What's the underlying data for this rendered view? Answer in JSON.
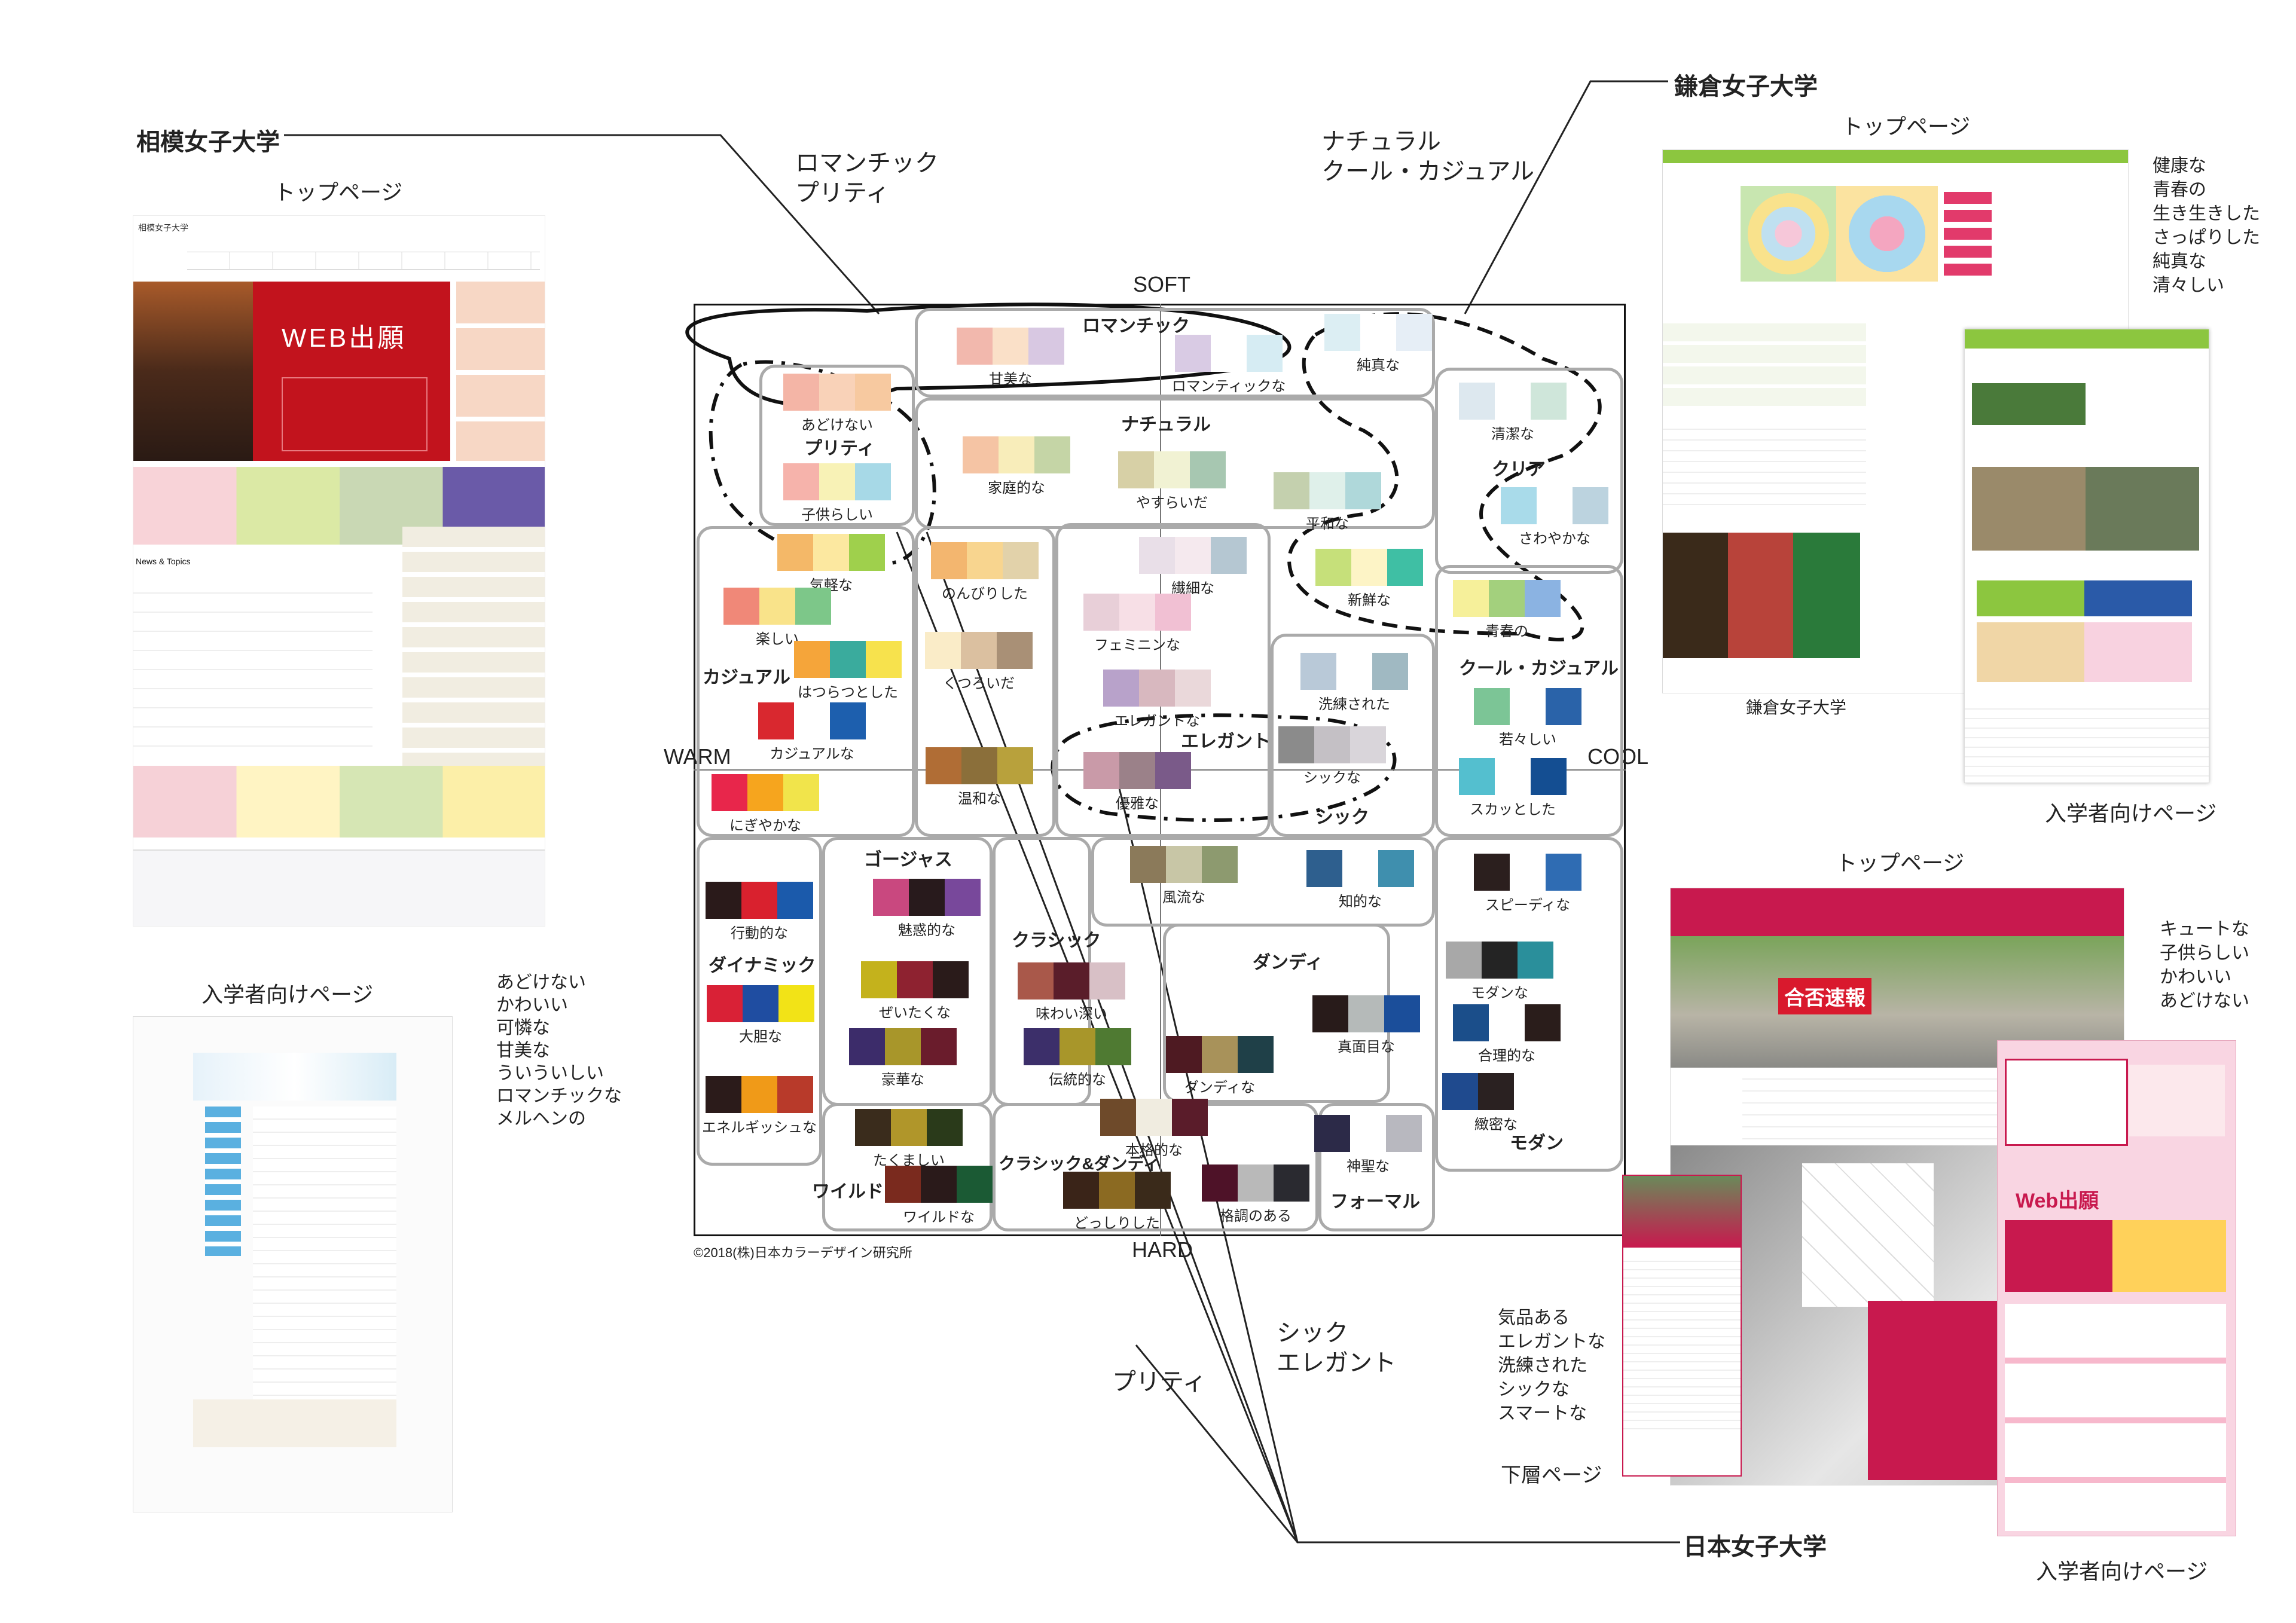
{
  "axes": {
    "top": "SOFT",
    "bottom": "HARD",
    "left": "WARM",
    "right": "COOL"
  },
  "copyright": "©2018(株)日本カラーデザイン研究所",
  "categories": [
    {
      "name": "ロマンチック"
    },
    {
      "name": "プリティ"
    },
    {
      "name": "ナチュラル"
    },
    {
      "name": "クリア"
    },
    {
      "name": "カジュアル"
    },
    {
      "name": "エレガント"
    },
    {
      "name": "クール・カジュアル"
    },
    {
      "name": "シック"
    },
    {
      "name": "ゴージャス"
    },
    {
      "name": "クラシック"
    },
    {
      "name": "ダンディ"
    },
    {
      "name": "ダイナミック"
    },
    {
      "name": "モダン"
    },
    {
      "name": "ワイルド"
    },
    {
      "name": "クラシック&ダンディ"
    },
    {
      "name": "フォーマル"
    }
  ],
  "swatches": [
    {
      "word": "甘美な",
      "colors": [
        "#f2b8ad",
        "#fae0c8",
        "#d8c8e2"
      ]
    },
    {
      "word": "ロマンティックな",
      "colors": [
        "#d9cbe4",
        "#ffffff",
        "#d6ecf3"
      ]
    },
    {
      "word": "純真な",
      "colors": [
        "#dceef3",
        "#ffffff",
        "#e6eef6"
      ]
    },
    {
      "word": "あどけない",
      "colors": [
        "#f4b5a6",
        "#f9d2b8",
        "#f7c9a0"
      ]
    },
    {
      "word": "子供らしい",
      "colors": [
        "#f6b3ab",
        "#f8f2b6",
        "#a7d9e7"
      ]
    },
    {
      "word": "家庭的な",
      "colors": [
        "#f5c4a4",
        "#f8edba",
        "#c5d5a6"
      ]
    },
    {
      "word": "やすらいだ",
      "colors": [
        "#d7d0a6",
        "#f1f2d3",
        "#a7c7b1"
      ]
    },
    {
      "word": "清潔な",
      "colors": [
        "#dde8ef",
        "#ffffff",
        "#cfe6da"
      ]
    },
    {
      "word": "平和な",
      "colors": [
        "#c4d0ae",
        "#dff0ea",
        "#afd8da"
      ]
    },
    {
      "word": "さわやかな",
      "colors": [
        "#a9dbea",
        "#ffffff",
        "#bcd3df"
      ]
    },
    {
      "word": "気軽な",
      "colors": [
        "#f4b868",
        "#fce8a0",
        "#9fd04c"
      ]
    },
    {
      "word": "のんびりした",
      "colors": [
        "#f3b66f",
        "#f8d58f",
        "#e2d2aa"
      ]
    },
    {
      "word": "繊細な",
      "colors": [
        "#e9dfe8",
        "#f5e9ee",
        "#b5c7d2"
      ]
    },
    {
      "word": "新鮮な",
      "colors": [
        "#c6e07a",
        "#fdf4c6",
        "#3fbfa4"
      ]
    },
    {
      "word": "楽しい",
      "colors": [
        "#f08878",
        "#f9e38a",
        "#7dc789"
      ]
    },
    {
      "word": "フェミニンな",
      "colors": [
        "#e8cfd8",
        "#f7dfe6",
        "#f1c0d3"
      ]
    },
    {
      "word": "青春の",
      "colors": [
        "#f6f09a",
        "#a3d07d",
        "#8bb3e2"
      ]
    },
    {
      "word": "はつらつとした",
      "colors": [
        "#f5a53a",
        "#3aab9d",
        "#f7e24d"
      ]
    },
    {
      "word": "くつろいだ",
      "colors": [
        "#faecc8",
        "#dbc0a0",
        "#a99076"
      ]
    },
    {
      "word": "洗練された",
      "colors": [
        "#b9c9d8",
        "#ffffff",
        "#a0b9c2"
      ]
    },
    {
      "word": "エレガントな",
      "colors": [
        "#b8a2ca",
        "#d8b8bf",
        "#ead8da"
      ]
    },
    {
      "word": "若々しい",
      "colors": [
        "#7cc596",
        "#ffffff",
        "#2a63a9"
      ]
    },
    {
      "word": "カジュアルな",
      "colors": [
        "#d9282f",
        "#ffffff",
        "#1d5fae"
      ]
    },
    {
      "word": "シックな",
      "colors": [
        "#8b8b8b",
        "#c4c0c5",
        "#d9d5da"
      ]
    },
    {
      "word": "温和な",
      "colors": [
        "#b06d35",
        "#8b6f3a",
        "#b8a13c"
      ]
    },
    {
      "word": "優雅な",
      "colors": [
        "#c99aa8",
        "#9b8189",
        "#7a5a89"
      ]
    },
    {
      "word": "スカッとした",
      "colors": [
        "#54bfcf",
        "#ffffff",
        "#144e92"
      ]
    },
    {
      "word": "にぎやかな",
      "colors": [
        "#e8264b",
        "#f6a51e",
        "#f1e44b"
      ]
    },
    {
      "word": "風流な",
      "colors": [
        "#8b7a5a",
        "#c8c6a6",
        "#8d9a6f"
      ]
    },
    {
      "word": "知的な",
      "colors": [
        "#2e5f8e",
        "#ffffff",
        "#3f8fae"
      ]
    },
    {
      "word": "スピーディな",
      "colors": [
        "#2b1f1e",
        "#ffffff",
        "#2f6cb3"
      ]
    },
    {
      "word": "行動的な",
      "colors": [
        "#2a1a1a",
        "#d9212e",
        "#1b5aab"
      ]
    },
    {
      "word": "魅惑的な",
      "colors": [
        "#c9487f",
        "#281a1c",
        "#78489b"
      ]
    },
    {
      "word": "ぜいたくな",
      "colors": [
        "#c4b21c",
        "#8e2230",
        "#2a1b1a"
      ]
    },
    {
      "word": "味わい深い",
      "colors": [
        "#a9584a",
        "#5a1d2a",
        "#d8c0c6"
      ]
    },
    {
      "word": "真面目な",
      "colors": [
        "#281b1a",
        "#b5bab9",
        "#1b4e9a"
      ]
    },
    {
      "word": "モダンな",
      "colors": [
        "#a8a8a8",
        "#242424",
        "#2a8f9b"
      ]
    },
    {
      "word": "大胆な",
      "colors": [
        "#d92136",
        "#1f4da1",
        "#f2e317"
      ]
    },
    {
      "word": "合理的な",
      "colors": [
        "#1b4e8a",
        "#ffffff",
        "#2a1d1b"
      ]
    },
    {
      "word": "豪華な",
      "colors": [
        "#3c2c6a",
        "#a8962a",
        "#6a1c2c"
      ]
    },
    {
      "word": "伝統的な",
      "colors": [
        "#3c2f6a",
        "#a8962a",
        "#4f7a32"
      ]
    },
    {
      "word": "ダンディな",
      "colors": [
        "#4e1a22",
        "#a8925a",
        "#1f4048"
      ]
    },
    {
      "word": "エネルギッシュな",
      "colors": [
        "#2b1b1a",
        "#f09a18",
        "#b83a2a"
      ]
    },
    {
      "word": "本格的な",
      "colors": [
        "#6e4a2a",
        "#f0ece0",
        "#5a1c2a"
      ]
    },
    {
      "word": "緻密な",
      "colors": [
        "#1f4a8e",
        "#2a2121",
        "#ffffff"
      ]
    },
    {
      "word": "たくましい",
      "colors": [
        "#3a2c1c",
        "#b0962a",
        "#2a3a1a"
      ]
    },
    {
      "word": "神聖な",
      "colors": [
        "#2c2a48",
        "#ffffff",
        "#b8b8bf"
      ]
    },
    {
      "word": "ワイルドな",
      "colors": [
        "#7a2a1e",
        "#2a1a1a",
        "#1b5a34"
      ]
    },
    {
      "word": "どっしりした",
      "colors": [
        "#3a2418",
        "#8b6a22",
        "#3a2a1a"
      ]
    },
    {
      "word": "格調のある",
      "colors": [
        "#4e1228",
        "#b9b9b9",
        "#2a2a30"
      ]
    }
  ],
  "schools": {
    "sagami": {
      "name": "相模女子大学",
      "top_label": "トップページ",
      "entrance_label": "入学者向けページ",
      "keywords": "あどけない\nかわいい\n可憐な\n甘美な\nういういしい\nロマンチックな\nメルヘンの",
      "header_name": "相模女子大学",
      "banner": "WEB出願",
      "news": "News & Topics"
    },
    "kamakura": {
      "name": "鎌倉女子大学",
      "top_label": "トップページ",
      "entrance_label": "入学者向けページ",
      "keywords": "健康な\n青春の\n生き生きした\nさっぱりした\n純真な\n清々しい",
      "caption": "鎌倉女子大学"
    },
    "nihon": {
      "name": "日本女子大学",
      "top_label": "トップページ",
      "entrance_label": "入学者向けページ",
      "lower_label": "下層ページ",
      "keywords": "キュートな\n子供らしい\nかわいい\nあどけない",
      "keywords2": "気品ある\nエレガントな\n洗練された\nシックな\nスマートな",
      "banner": "合否速報",
      "banner2": "Web出願"
    }
  },
  "callouts": {
    "romantic_pretty": "ロマンチック\nプリティ",
    "natural_cool": "ナチュラル\nクール・カジュアル",
    "pretty": "プリティ",
    "chic_elegant": "シック\nエレガント"
  },
  "colors": {
    "accent_green": "#8cc63f",
    "accent_red": "#c8194e",
    "banner_red": "#c2131d",
    "pink": "#f4b6cc"
  }
}
